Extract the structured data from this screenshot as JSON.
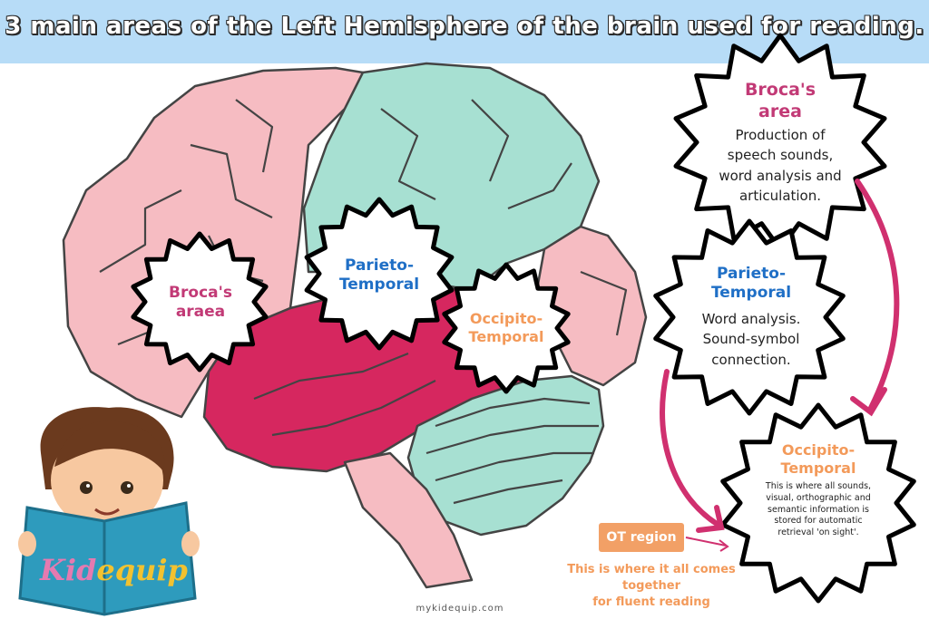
{
  "title": "3 main areas of the Left Hemisphere of the brain used for reading.",
  "brain_labels": {
    "broca": [
      "Broca's",
      "araea"
    ],
    "parieto": [
      "Parieto-",
      "Temporal"
    ],
    "occipito": [
      "Occipito-",
      "Temporal"
    ]
  },
  "side_panels": {
    "broca": {
      "title": [
        "Broca's",
        "area"
      ],
      "desc": [
        "Production of",
        "speech sounds,",
        "word analysis and",
        "articulation."
      ]
    },
    "parieto": {
      "title": [
        "Parieto-",
        "Temporal"
      ],
      "desc": [
        "Word analysis.",
        "Sound-symbol",
        "connection."
      ]
    },
    "occipito": {
      "title": [
        "Occipito-",
        "Temporal"
      ],
      "desc": [
        "This is where all sounds,",
        "visual, orthographic and",
        "semantic information is",
        "stored for automatic",
        "retrieval 'on sight'."
      ]
    }
  },
  "ot_region": {
    "label": "OT region",
    "desc": [
      "This is where it all comes",
      "together",
      "for fluent reading"
    ]
  },
  "logo": {
    "kid": "Kid",
    "equip": "equip"
  },
  "footer": "mykidequip.com",
  "colors": {
    "banner": "#b7dcf7",
    "pink_lobe": "#f6bcc2",
    "mint_lobe": "#a7e0d2",
    "magenta_lobe": "#d6275f",
    "accent_pink": "#c23a76",
    "accent_blue": "#1f6fc6",
    "accent_orange": "#f39a5a",
    "arrow": "#d0306f"
  }
}
